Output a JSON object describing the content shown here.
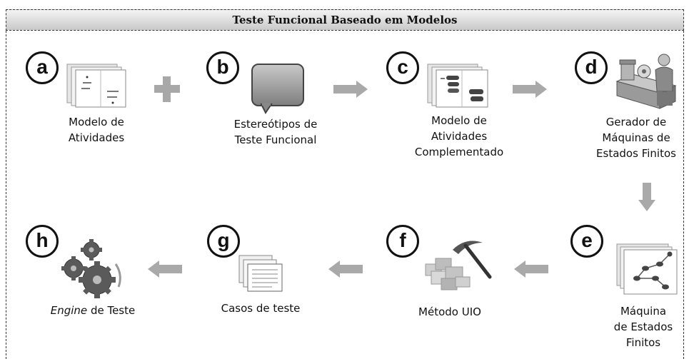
{
  "title": "Teste Funcional Baseado em Modelos",
  "steps": [
    {
      "badge": "a",
      "lines": [
        "Modelo de",
        "Atividades"
      ]
    },
    {
      "badge": "b",
      "lines": [
        "Estereótipos de",
        "Teste Funcional"
      ]
    },
    {
      "badge": "c",
      "lines": [
        "Modelo de",
        "Atividades",
        "Complementado"
      ]
    },
    {
      "badge": "d",
      "lines": [
        "Gerador de",
        "Máquinas de",
        "Estados Finitos"
      ]
    },
    {
      "badge": "e",
      "lines": [
        "Máquina",
        "de Estados",
        "Finitos"
      ]
    },
    {
      "badge": "f",
      "lines": [
        "Método UIO"
      ]
    },
    {
      "badge": "g",
      "lines": [
        "Casos de teste"
      ]
    },
    {
      "badge": "h",
      "italic": "Engine",
      "rest": " de Teste"
    }
  ],
  "icons": [
    "activity-diagram-icon",
    "plus-icon",
    "speech-bubble-icon",
    "annotated-diagram-icon",
    "generator-machine-icon",
    "state-machine-icon",
    "pickaxe-blocks-icon",
    "documents-stack-icon",
    "gears-icon"
  ]
}
